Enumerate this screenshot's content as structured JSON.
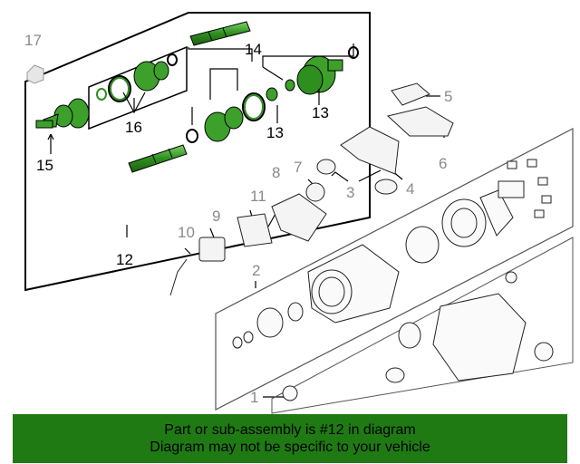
{
  "callouts": {
    "n1": "1",
    "n2": "2",
    "n3": "3",
    "n4": "4",
    "n5": "5",
    "n6": "6",
    "n7": "7",
    "n8": "8",
    "n9": "9",
    "n10": "10",
    "n11": "11",
    "n12": "12",
    "n13": "13",
    "n13b": "13",
    "n14": "14",
    "n15": "15",
    "n16": "16",
    "n17": "17"
  },
  "highlight_color": "#2e8f1e",
  "banner": {
    "line1": "Part or sub-assembly is #12 in diagram",
    "line2": "Diagram may not be specific to your vehicle",
    "background": "#1f7a14"
  }
}
